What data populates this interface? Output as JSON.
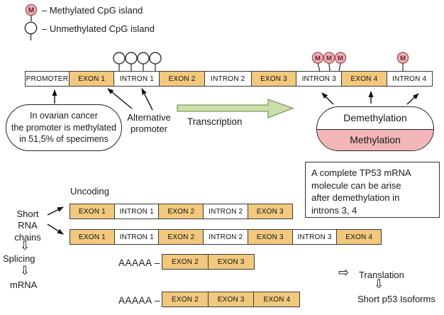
{
  "legend": {
    "m_symbol": "M",
    "methylated_label": "– Methylated CpG island",
    "unmethylated_label": "– Unmethylated CpG island"
  },
  "gene_bar": {
    "segments": [
      {
        "label": "PROMOTER",
        "type": "other"
      },
      {
        "label": "EXON 1",
        "type": "exon"
      },
      {
        "label": "INTRON 1",
        "type": "intron"
      },
      {
        "label": "EXON 2",
        "type": "exon"
      },
      {
        "label": "INTRON 2",
        "type": "intron"
      },
      {
        "label": "EXON 3",
        "type": "exon"
      },
      {
        "label": "INTRON 3",
        "type": "intron"
      },
      {
        "label": "EXON 4",
        "type": "exon"
      },
      {
        "label": "INTRON 4",
        "type": "intron"
      }
    ]
  },
  "cpg_islands": {
    "m_symbol": "M",
    "unmethylated_over_intron1": 4,
    "methylated_over_intron3": 3,
    "methylated_over_intron4": 1
  },
  "annotations": {
    "ovarian_note": "In ovarian cancer\nthe promoter is methylated\nin 51,5% of specimens",
    "alternative_promoter": "Alternative\npromoter",
    "transcription": "Transcription",
    "demethylation": "Demethylation",
    "methylation": "Methylation",
    "mrna_note": "A complete  TP53 mRNA\nmolecule can be arise\nafter demethylation in\nintrons 3, 4",
    "uncoding": "Uncoding",
    "short_rna_chains": "Short RNA\nchains",
    "splicing": "Splicing",
    "mrna": "mRNA",
    "translation": "Translation",
    "short_p53_isoforms": "Short p53 Isoforms",
    "poly_a_prefix": "AAAAA –"
  },
  "rna_chains": [
    {
      "segments": [
        {
          "label": "EXON 1",
          "type": "exon"
        },
        {
          "label": "INTRON 1",
          "type": "intron"
        },
        {
          "label": "EXON 2",
          "type": "exon"
        },
        {
          "label": "INTRON 2",
          "type": "intron"
        },
        {
          "label": "EXON 3",
          "type": "exon"
        }
      ]
    },
    {
      "segments": [
        {
          "label": "EXON 1",
          "type": "exon"
        },
        {
          "label": "INTRON 1",
          "type": "intron"
        },
        {
          "label": "EXON 2",
          "type": "exon"
        },
        {
          "label": "INTRON 2",
          "type": "intron"
        },
        {
          "label": "EXON 3",
          "type": "exon"
        },
        {
          "label": "INTRON 3",
          "type": "intron"
        },
        {
          "label": "EXON 4",
          "type": "exon"
        }
      ]
    }
  ],
  "mrna_molecules": [
    {
      "prefix": "AAAAA –",
      "segments": [
        {
          "label": "EXON 2",
          "type": "exon"
        },
        {
          "label": "EXON 3",
          "type": "exon"
        }
      ]
    },
    {
      "prefix": "AAAAA –",
      "segments": [
        {
          "label": "EXON 2",
          "type": "exon"
        },
        {
          "label": "EXON 3",
          "type": "exon"
        },
        {
          "label": "EXON 4",
          "type": "exon"
        }
      ]
    }
  ],
  "colors": {
    "exon_fill": "#F2C87E",
    "pink_fill": "#F2B6B8",
    "cpg_pink": "#F0B2B6",
    "cpg_border": "#A04F58",
    "transcription_arrow_fill": "#CBDFA9",
    "transcription_arrow_stroke": "#7D9861",
    "segment_border": "#3A3A3A"
  }
}
